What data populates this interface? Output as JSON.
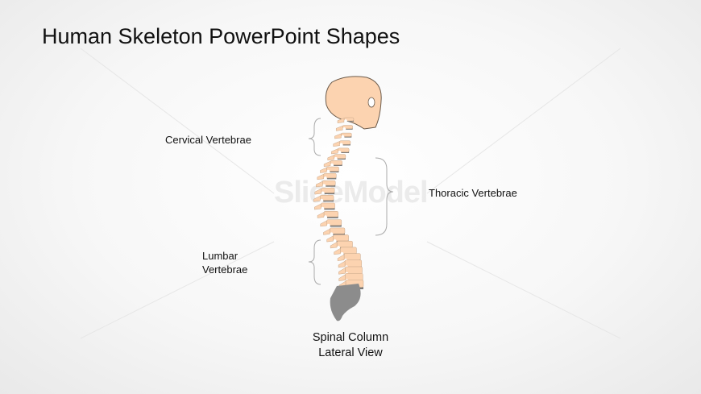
{
  "slide": {
    "title": "Human Skeleton PowerPoint Shapes",
    "labels": {
      "cervical": "Cervical Vertebrae",
      "thoracic": "Thoracic Vertebrae",
      "lumbar_line1": "Lumbar",
      "lumbar_line2": "Vertebrae"
    },
    "caption_line1": "Spinal Column",
    "caption_line2": "Lateral View",
    "watermark": "SlideModel"
  },
  "colors": {
    "bone": "#fcd3b0",
    "disc": "#7a7a7a",
    "sacrum": "#8c8c8c",
    "outline": "#6b5a4a"
  }
}
